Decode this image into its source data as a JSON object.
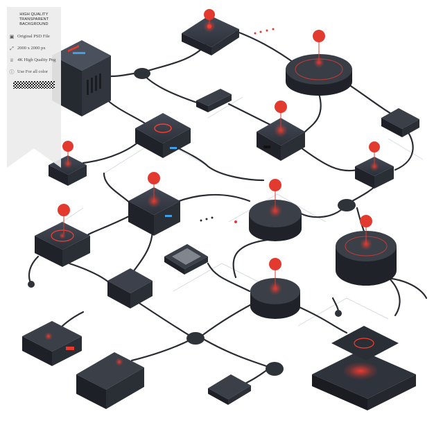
{
  "badge": {
    "title_line1": "HIGH QUALITY",
    "title_line2": "TRANSPARENT BACKGROUND",
    "features": [
      {
        "icon": "image-icon",
        "glyph": "▣",
        "text": "Original PSD File"
      },
      {
        "icon": "resize-icon",
        "glyph": "⤢",
        "text": "2000 x 2000 px"
      },
      {
        "icon": "quality-icon",
        "glyph": "♕",
        "text": "4K High Quality Png"
      },
      {
        "icon": "info-icon",
        "glyph": "ⓘ",
        "text": "Use For all color"
      }
    ]
  },
  "colors": {
    "device": "#2b2f38",
    "device_top": "#3a3f4a",
    "cable": "#2a2d33",
    "accent": "#e23a2f",
    "accent_glow": "#ff5a4a"
  },
  "icons": [
    "network-hub-icon",
    "router-icon",
    "cable-icon",
    "signal-pin-icon"
  ]
}
